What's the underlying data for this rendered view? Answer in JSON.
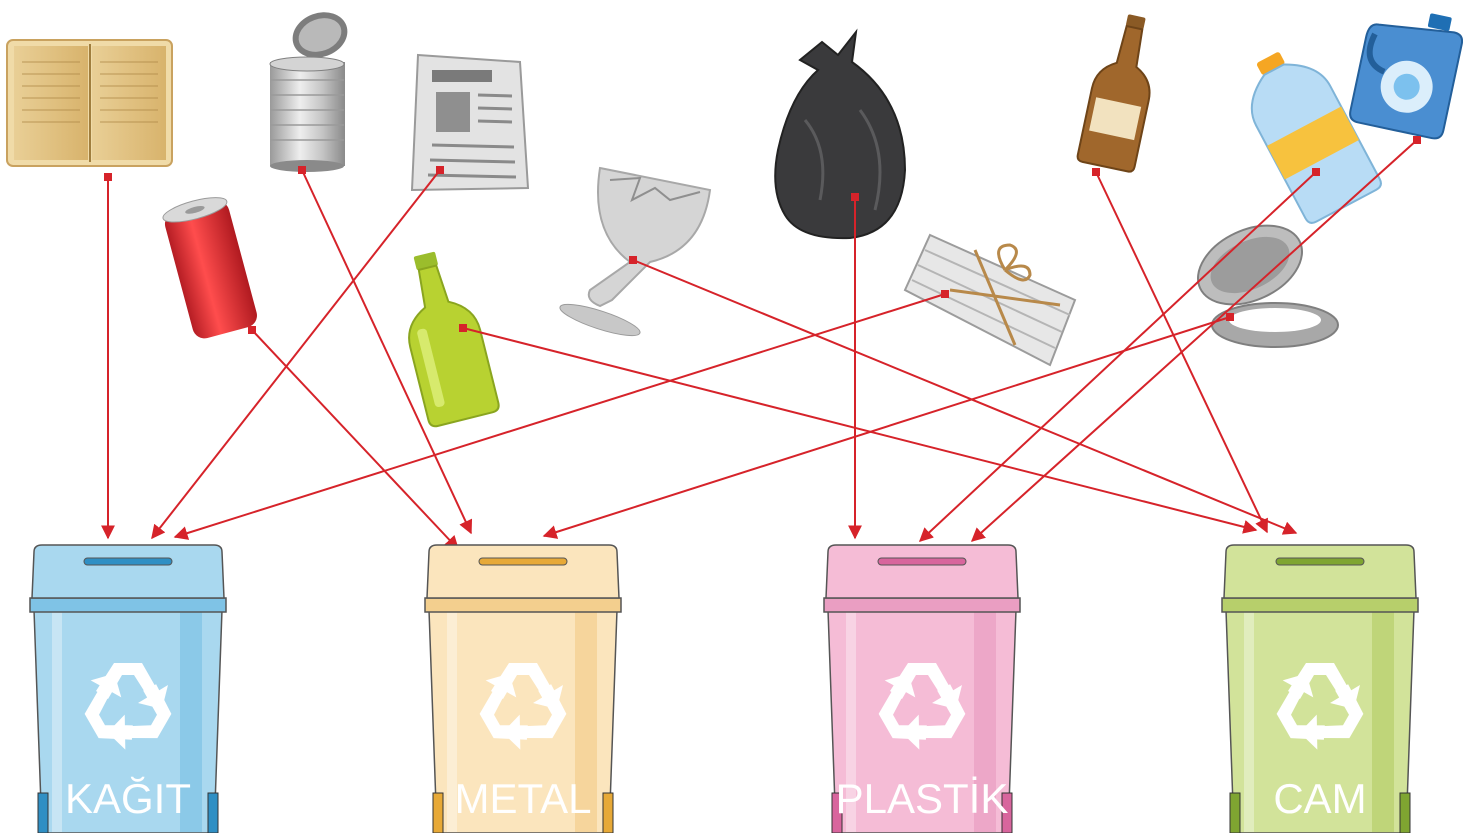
{
  "colors": {
    "arrow": "#d6232a",
    "bin_paper": "#a9d8ef",
    "bin_metal": "#fbe5bd",
    "bin_plastic": "#f5bcd6",
    "bin_glass": "#d2e39a"
  },
  "bins": [
    {
      "id": "kagit",
      "label": "KAĞIT",
      "color_key": "bin_paper"
    },
    {
      "id": "metal",
      "label": "METAL",
      "color_key": "bin_metal"
    },
    {
      "id": "plastik",
      "label": "PLASTİK",
      "color_key": "bin_plastic"
    },
    {
      "id": "cam",
      "label": "CAM",
      "color_key": "bin_glass"
    }
  ],
  "items": [
    {
      "id": "old-book",
      "icon": "old-book-icon",
      "bin": "kagit"
    },
    {
      "id": "tin-can",
      "icon": "tin-can-icon",
      "bin": "metal"
    },
    {
      "id": "newspaper",
      "icon": "newspaper-icon",
      "bin": "kagit"
    },
    {
      "id": "soda-can",
      "icon": "soda-can-icon",
      "bin": "metal"
    },
    {
      "id": "green-bottle",
      "icon": "green-bottle-icon",
      "bin": "cam"
    },
    {
      "id": "broken-glass",
      "icon": "broken-wine-glass-icon",
      "bin": "cam"
    },
    {
      "id": "garbage-bag",
      "icon": "garbage-bag-icon",
      "bin": "plastik"
    },
    {
      "id": "paper-bundle",
      "icon": "paper-bundle-icon",
      "bin": "kagit"
    },
    {
      "id": "brown-bottle",
      "icon": "brown-bottle-icon",
      "bin": "cam"
    },
    {
      "id": "water-bottle",
      "icon": "water-bottle-icon",
      "bin": "plastik"
    },
    {
      "id": "detergent-jug",
      "icon": "detergent-jug-icon",
      "bin": "plastik"
    },
    {
      "id": "can-lid",
      "icon": "can-lid-icon",
      "bin": "metal"
    }
  ]
}
